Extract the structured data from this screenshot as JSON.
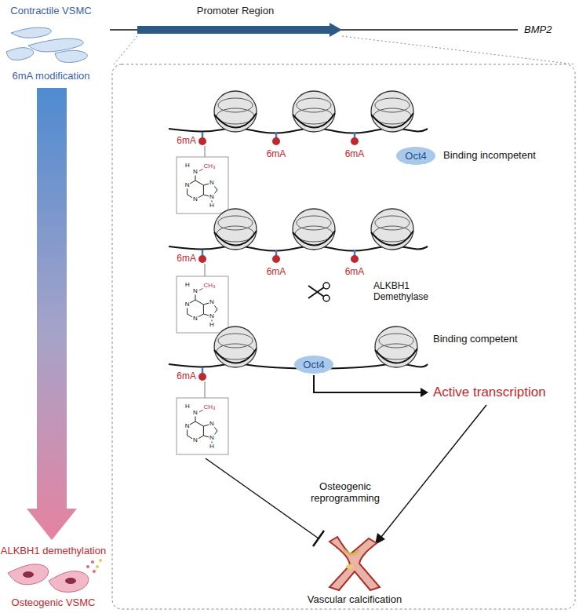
{
  "diagram": {
    "nodes": [
      {
        "text": [
          "Oct4"
        ]
      },
      {
        "text": [
          "Oct4"
        ]
      }
    ],
    "labels": [
      "Contractile VSMC",
      "6mA modification",
      "Promoter Region",
      "BMP2",
      "6mA",
      "6mA",
      "6mA",
      "H",
      "N",
      "CH₃",
      "N",
      "N",
      "N",
      "N",
      "H",
      "Binding incompetent",
      "6mA",
      "6mA",
      "6mA",
      "H",
      "N",
      "CH₃",
      "N",
      "N",
      "N",
      "N",
      "H",
      "ALKBH1 Demethylase",
      "Binding competent",
      "6mA",
      "H",
      "N",
      "CH₃",
      "N",
      "N",
      "N",
      "N",
      "H",
      "Active transcription",
      "Osteogenic reprogramming",
      "Vascular calcification",
      "ALKBH1 demethylation",
      "Osteogenic VSMC"
    ]
  }
}
